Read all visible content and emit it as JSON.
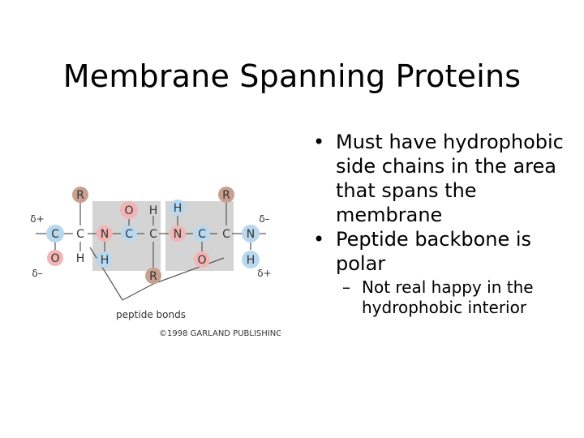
{
  "slide": {
    "title": "Membrane Spanning Proteins",
    "bullets": [
      {
        "marker": "•",
        "text": "Must have hydrophobic side chains in the area that spans the membrane"
      },
      {
        "marker": "•",
        "text": "Peptide backbone is polar"
      }
    ],
    "sub_bullets": [
      {
        "marker": "–",
        "text": "Not real happy in the hydrophobic interior"
      }
    ]
  },
  "figure": {
    "caption": "peptide bonds",
    "credit": "©1998 GARLAND PUBLISHING",
    "atoms": {
      "r": "R",
      "o": "O",
      "h": "H",
      "c": "C",
      "n": "N"
    },
    "partial_charges": {
      "pos": "δ+",
      "neg": "δ–"
    },
    "colors": {
      "r_circle": "#c9a08f",
      "o_circle": "#f2b5b5",
      "n_circle": "#b8d8ef",
      "shade": "#d4d4d4"
    }
  }
}
